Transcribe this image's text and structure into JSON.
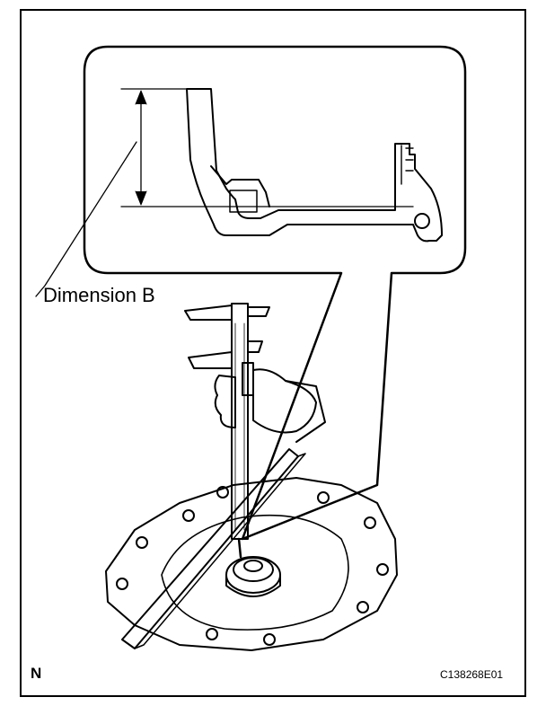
{
  "labels": {
    "dimension": "Dimension B",
    "orientation": "N",
    "figure_code": "C138268E01"
  }
}
